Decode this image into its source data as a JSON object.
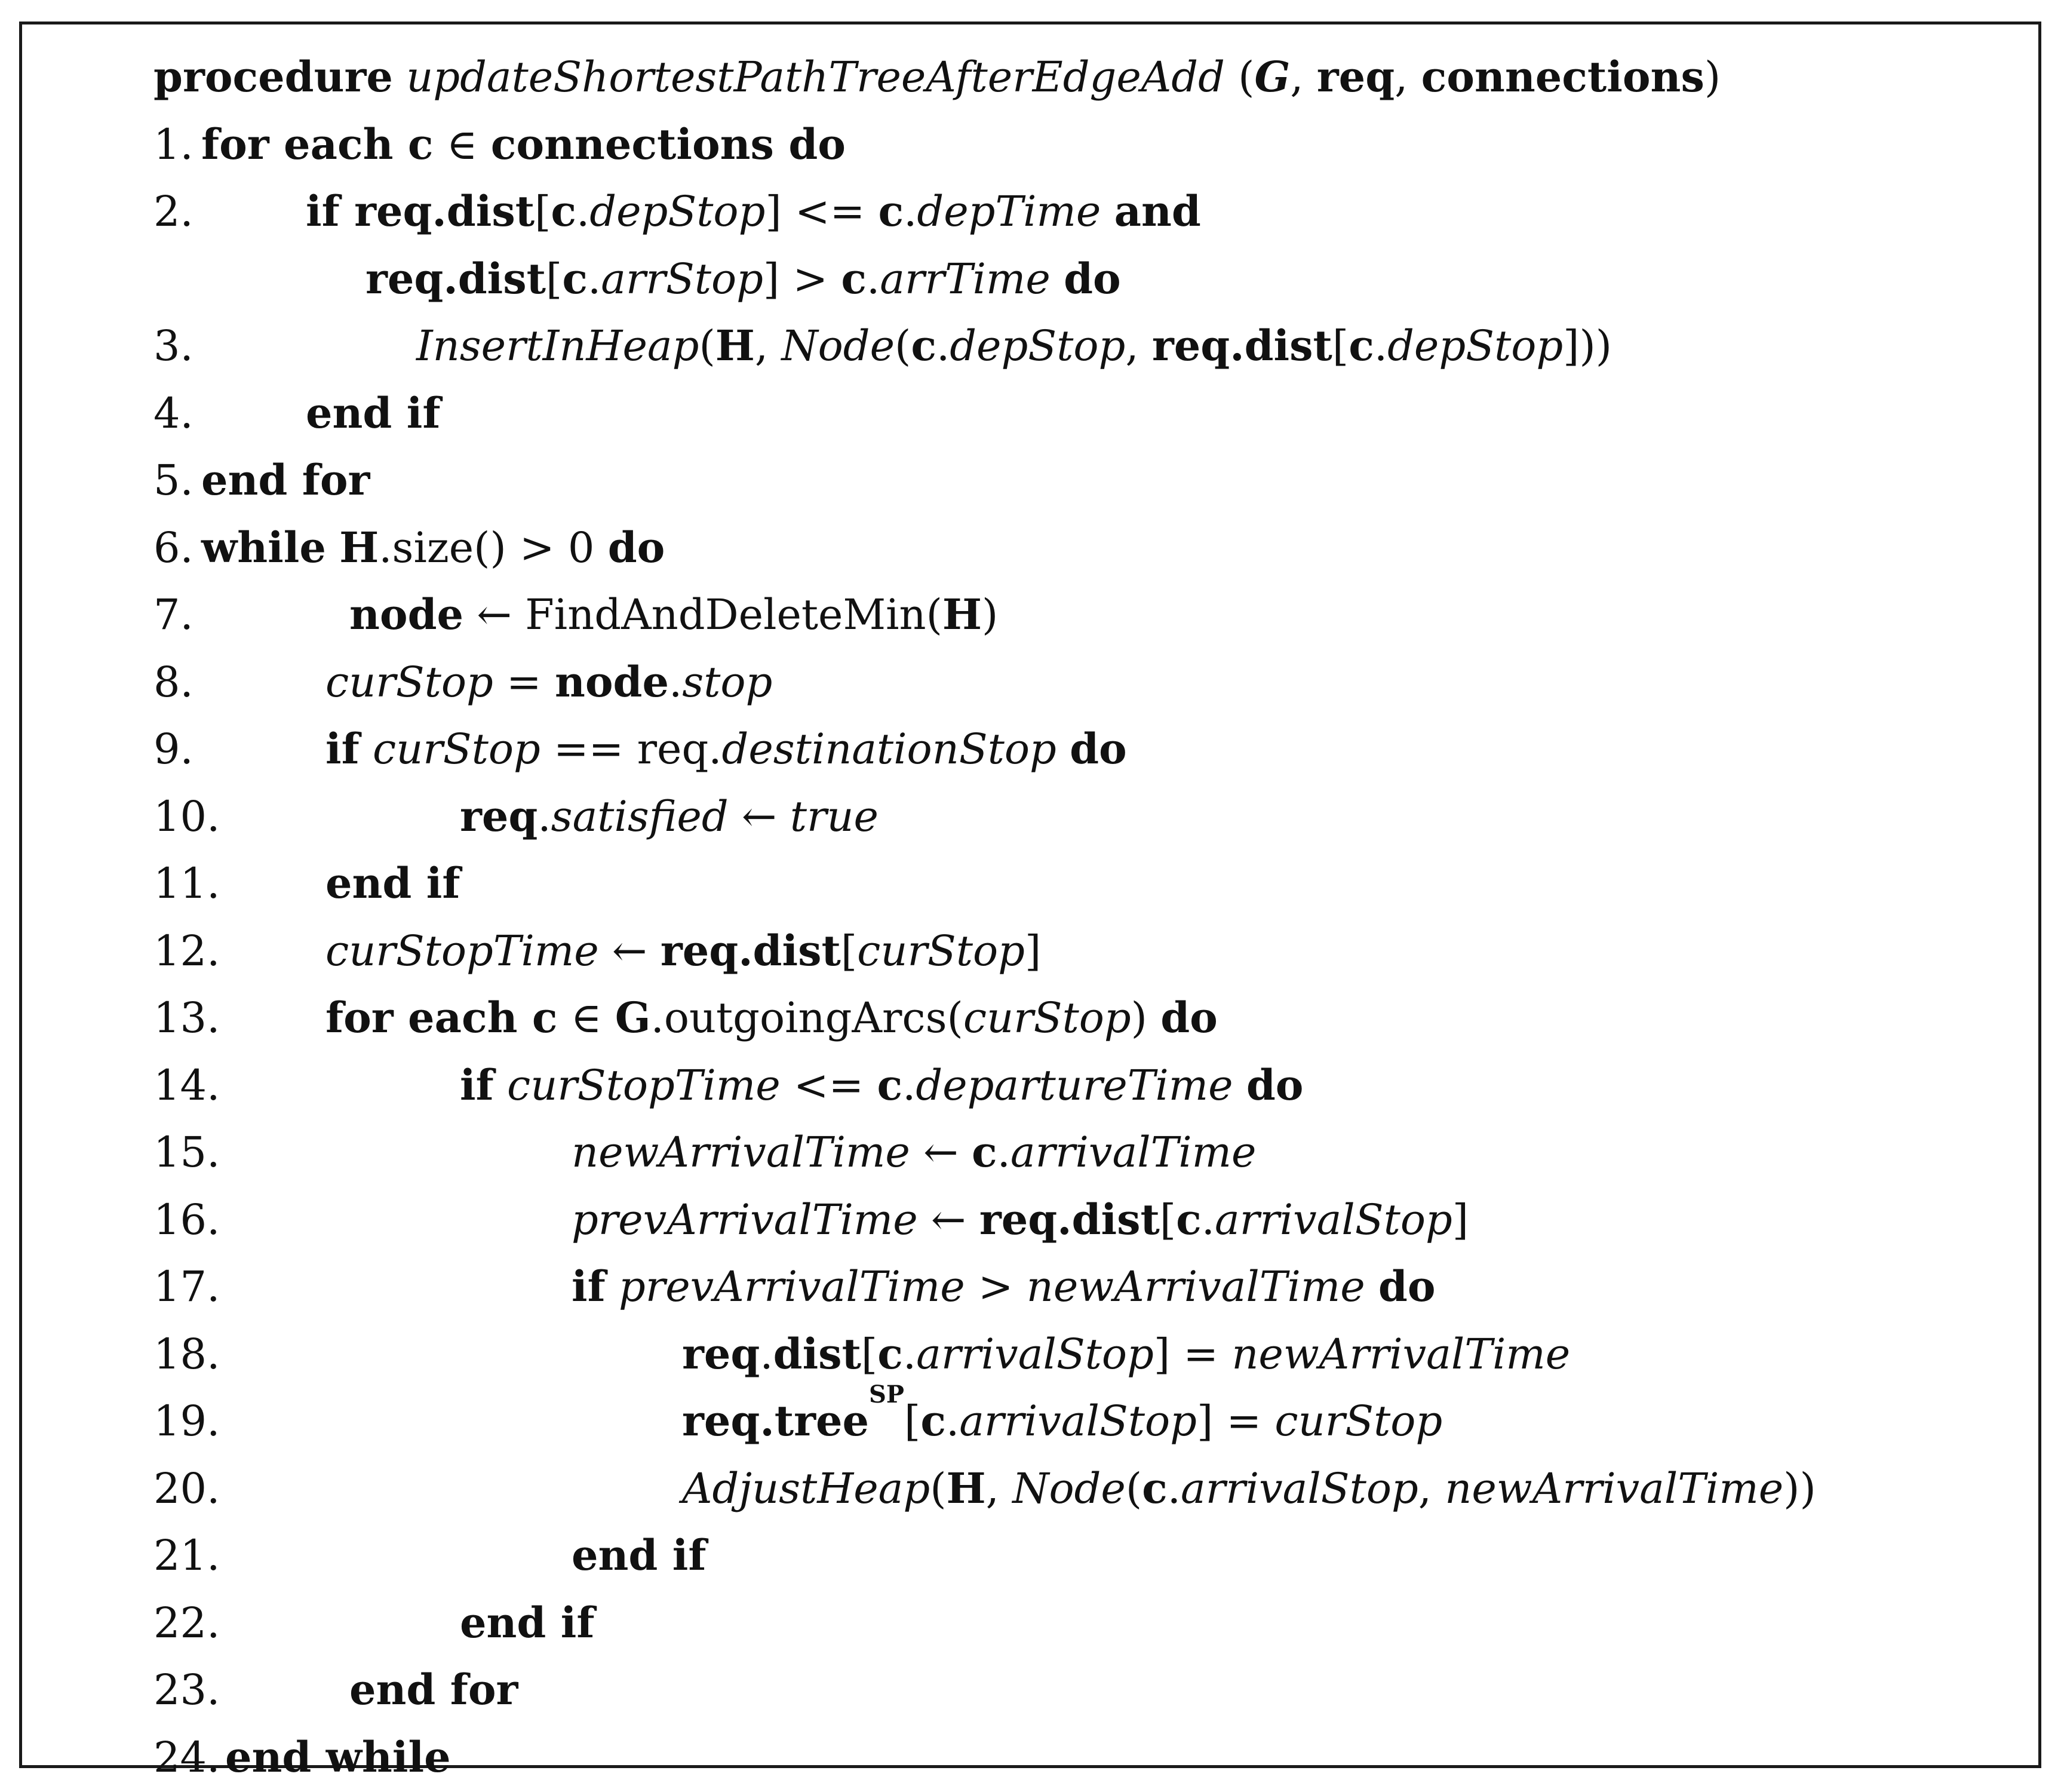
{
  "header": [
    {
      "t": "procedure",
      "s": "b"
    },
    {
      "t": " "
    },
    {
      "t": "updateShortestPathTreeAfterEdgeAdd",
      "s": "i"
    },
    {
      "t": " ("
    },
    {
      "t": "G",
      "s": "bi"
    },
    {
      "t": ", "
    },
    {
      "t": "req",
      "s": "b"
    },
    {
      "t": ", "
    },
    {
      "t": "connections",
      "s": "b"
    },
    {
      "t": ")"
    }
  ],
  "lines": [
    {
      "num": "1.",
      "indent": 0,
      "segs": [
        {
          "t": "for each c",
          "s": "b"
        },
        {
          "t": " ∈ "
        },
        {
          "t": "connections do",
          "s": "b"
        }
      ]
    },
    {
      "num": "2.",
      "indent": 1,
      "segs": [
        {
          "t": "if req.dist",
          "s": "b"
        },
        {
          "t": "["
        },
        {
          "t": "c",
          "s": "b"
        },
        {
          "t": "."
        },
        {
          "t": "depStop",
          "s": "i"
        },
        {
          "t": "] <= "
        },
        {
          "t": "c",
          "s": "b"
        },
        {
          "t": "."
        },
        {
          "t": "depTime",
          "s": "i"
        },
        {
          "t": " "
        },
        {
          "t": "and",
          "s": "b"
        }
      ]
    },
    {
      "num": "",
      "indent": 2,
      "segs": [
        {
          "t": "req.dist",
          "s": "b"
        },
        {
          "t": "["
        },
        {
          "t": "c",
          "s": "b"
        },
        {
          "t": "."
        },
        {
          "t": "arrStop",
          "s": "i"
        },
        {
          "t": "] > "
        },
        {
          "t": "c",
          "s": "b"
        },
        {
          "t": "."
        },
        {
          "t": "arrTime",
          "s": "i"
        },
        {
          "t": " "
        },
        {
          "t": "do",
          "s": "b"
        }
      ]
    },
    {
      "num": "3.",
      "indent": 3,
      "segs": [
        {
          "t": "InsertInHeap",
          "s": "i"
        },
        {
          "t": "("
        },
        {
          "t": "H",
          "s": "b"
        },
        {
          "t": ", "
        },
        {
          "t": "Node",
          "s": "i"
        },
        {
          "t": "("
        },
        {
          "t": "c",
          "s": "b"
        },
        {
          "t": "."
        },
        {
          "t": "depStop",
          "s": "i"
        },
        {
          "t": ", "
        },
        {
          "t": "req.dist",
          "s": "b"
        },
        {
          "t": "["
        },
        {
          "t": "c",
          "s": "b"
        },
        {
          "t": "."
        },
        {
          "t": "depStop",
          "s": "i"
        },
        {
          "t": "]))"
        }
      ]
    },
    {
      "num": "4.",
      "indent": 1,
      "segs": [
        {
          "t": "end if",
          "s": "b"
        }
      ]
    },
    {
      "num": "5.",
      "indent": 0,
      "segs": [
        {
          "t": "end for",
          "s": "b"
        }
      ]
    },
    {
      "num": "6.",
      "indent": 0,
      "segs": [
        {
          "t": "while",
          "s": "b"
        },
        {
          "t": " "
        },
        {
          "t": "H",
          "s": "b"
        },
        {
          "t": ".size() > 0 "
        },
        {
          "t": "do",
          "s": "b"
        }
      ]
    },
    {
      "num": "7.",
      "indent": 4,
      "segs": [
        {
          "t": "node",
          "s": "b"
        },
        {
          "t": " ← FindAndDeleteMin("
        },
        {
          "t": "H",
          "s": "b"
        },
        {
          "t": ")"
        }
      ]
    },
    {
      "num": "8.",
      "indent": 5,
      "segs": [
        {
          "t": "curStop",
          "s": "i"
        },
        {
          "t": " = "
        },
        {
          "t": "node",
          "s": "b"
        },
        {
          "t": "."
        },
        {
          "t": "stop",
          "s": "i"
        }
      ]
    },
    {
      "num": "9.",
      "indent": 5,
      "segs": [
        {
          "t": "if",
          "s": "b"
        },
        {
          "t": " "
        },
        {
          "t": "curStop",
          "s": "i"
        },
        {
          "t": " == req."
        },
        {
          "t": "destinationStop",
          "s": "i"
        },
        {
          "t": " "
        },
        {
          "t": "do",
          "s": "b"
        }
      ]
    },
    {
      "num": "10.",
      "indent": 6,
      "segs": [
        {
          "t": "req",
          "s": "b"
        },
        {
          "t": "."
        },
        {
          "t": "satisfied",
          "s": "i"
        },
        {
          "t": " ← "
        },
        {
          "t": "true",
          "s": "i"
        }
      ]
    },
    {
      "num": "11.",
      "indent": 5,
      "segs": [
        {
          "t": "end if",
          "s": "b"
        }
      ]
    },
    {
      "num": "12.",
      "indent": 5,
      "segs": [
        {
          "t": "curStopTime",
          "s": "i"
        },
        {
          "t": " ← "
        },
        {
          "t": "req.dist",
          "s": "b"
        },
        {
          "t": "["
        },
        {
          "t": "curStop",
          "s": "i"
        },
        {
          "t": "]"
        }
      ]
    },
    {
      "num": "13.",
      "indent": 5,
      "segs": [
        {
          "t": "for each c",
          "s": "b"
        },
        {
          "t": " ∈ "
        },
        {
          "t": "G",
          "s": "b"
        },
        {
          "t": ".outgoingArcs("
        },
        {
          "t": "curStop",
          "s": "i"
        },
        {
          "t": ") "
        },
        {
          "t": "do",
          "s": "b"
        }
      ]
    },
    {
      "num": "14.",
      "indent": 6,
      "segs": [
        {
          "t": "if",
          "s": "b"
        },
        {
          "t": " "
        },
        {
          "t": "curStopTime",
          "s": "i"
        },
        {
          "t": " <= "
        },
        {
          "t": "c",
          "s": "b"
        },
        {
          "t": "."
        },
        {
          "t": "departureTime",
          "s": "i"
        },
        {
          "t": " "
        },
        {
          "t": "do",
          "s": "b"
        }
      ]
    },
    {
      "num": "15.",
      "indent": 7,
      "segs": [
        {
          "t": "newArrivalTime",
          "s": "i"
        },
        {
          "t": " ← "
        },
        {
          "t": "c",
          "s": "b"
        },
        {
          "t": "."
        },
        {
          "t": "arrivalTime",
          "s": "i"
        }
      ]
    },
    {
      "num": "16.",
      "indent": 7,
      "segs": [
        {
          "t": "prevArrivalTime",
          "s": "i"
        },
        {
          "t": " ← "
        },
        {
          "t": "req.dist",
          "s": "b"
        },
        {
          "t": "["
        },
        {
          "t": "c",
          "s": "b"
        },
        {
          "t": "."
        },
        {
          "t": "arrivalStop",
          "s": "i"
        },
        {
          "t": "]"
        }
      ]
    },
    {
      "num": "17.",
      "indent": 7,
      "segs": [
        {
          "t": "if",
          "s": "b"
        },
        {
          "t": " "
        },
        {
          "t": "prevArrivalTime",
          "s": "i"
        },
        {
          "t": " > "
        },
        {
          "t": "newArrivalTime",
          "s": "i"
        },
        {
          "t": " "
        },
        {
          "t": "do",
          "s": "b"
        }
      ]
    },
    {
      "num": "18.",
      "indent": 8,
      "segs": [
        {
          "t": "req",
          "s": "b"
        },
        {
          "t": "."
        },
        {
          "t": "dist",
          "s": "b"
        },
        {
          "t": "["
        },
        {
          "t": "c",
          "s": "b"
        },
        {
          "t": "."
        },
        {
          "t": "arrivalStop",
          "s": "i"
        },
        {
          "t": "] = "
        },
        {
          "t": "newArrivalTime",
          "s": "i"
        }
      ]
    },
    {
      "num": "19.",
      "indent": 8,
      "segs": [
        {
          "t": "req.tree",
          "s": "b"
        },
        {
          "t": "SP",
          "s": "sup"
        },
        {
          "t": "["
        },
        {
          "t": "c",
          "s": "b"
        },
        {
          "t": "."
        },
        {
          "t": "arrivalStop",
          "s": "i"
        },
        {
          "t": "] = "
        },
        {
          "t": "curStop",
          "s": "i"
        }
      ]
    },
    {
      "num": "20.",
      "indent": 8,
      "segs": [
        {
          "t": "AdjustHeap",
          "s": "i"
        },
        {
          "t": "("
        },
        {
          "t": "H",
          "s": "b"
        },
        {
          "t": ", "
        },
        {
          "t": "Node",
          "s": "i"
        },
        {
          "t": "("
        },
        {
          "t": "c",
          "s": "b"
        },
        {
          "t": "."
        },
        {
          "t": "arrivalStop",
          "s": "i"
        },
        {
          "t": ", "
        },
        {
          "t": "newArrivalTime",
          "s": "i"
        },
        {
          "t": "))"
        }
      ]
    },
    {
      "num": "21.",
      "indent": 7,
      "segs": [
        {
          "t": "end if",
          "s": "b"
        }
      ]
    },
    {
      "num": "22.",
      "indent": 6,
      "segs": [
        {
          "t": "end if",
          "s": "b"
        }
      ]
    },
    {
      "num": "23.",
      "indent": 9,
      "segs": [
        {
          "t": "end for",
          "s": "b"
        }
      ]
    },
    {
      "num": "24.",
      "indent": 0,
      "segs": [
        {
          "t": "end while",
          "s": "b"
        }
      ]
    }
  ]
}
